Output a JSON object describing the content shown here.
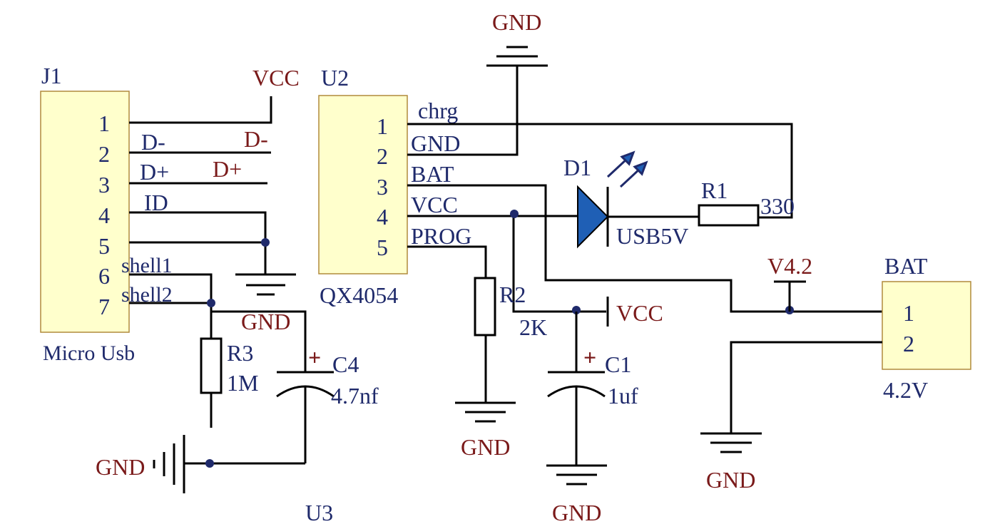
{
  "j1": {
    "ref": "J1",
    "name": "Micro Usb",
    "pins": [
      "1",
      "2",
      "3",
      "4",
      "5",
      "6",
      "7"
    ],
    "nets": [
      "D-",
      "D+",
      "ID",
      "shell1",
      "shell2"
    ],
    "net_labels": [
      "D-",
      "D+"
    ]
  },
  "u2": {
    "ref": "U2",
    "name": "QX4054",
    "pins": [
      "1",
      "2",
      "3",
      "4",
      "5"
    ],
    "pin_names": [
      "chrg",
      "GND",
      "BAT",
      "VCC",
      "PROG"
    ]
  },
  "d1": {
    "ref": "D1",
    "value": "USB5V"
  },
  "r1": {
    "ref": "R1",
    "value": "330"
  },
  "r2": {
    "ref": "R2",
    "value": "2K"
  },
  "r3": {
    "ref": "R3",
    "value": "1M"
  },
  "c1": {
    "ref": "C1",
    "value": "1uf",
    "polarity": "+"
  },
  "c4": {
    "ref": "C4",
    "value": "4.7nf",
    "polarity": "+"
  },
  "bat": {
    "ref": "BAT",
    "value": "4.2V",
    "pins": [
      "1",
      "2"
    ]
  },
  "u3": {
    "ref": "U3"
  },
  "power": {
    "vcc": "VCC",
    "gnd": "GND",
    "v42": "V4.2"
  }
}
